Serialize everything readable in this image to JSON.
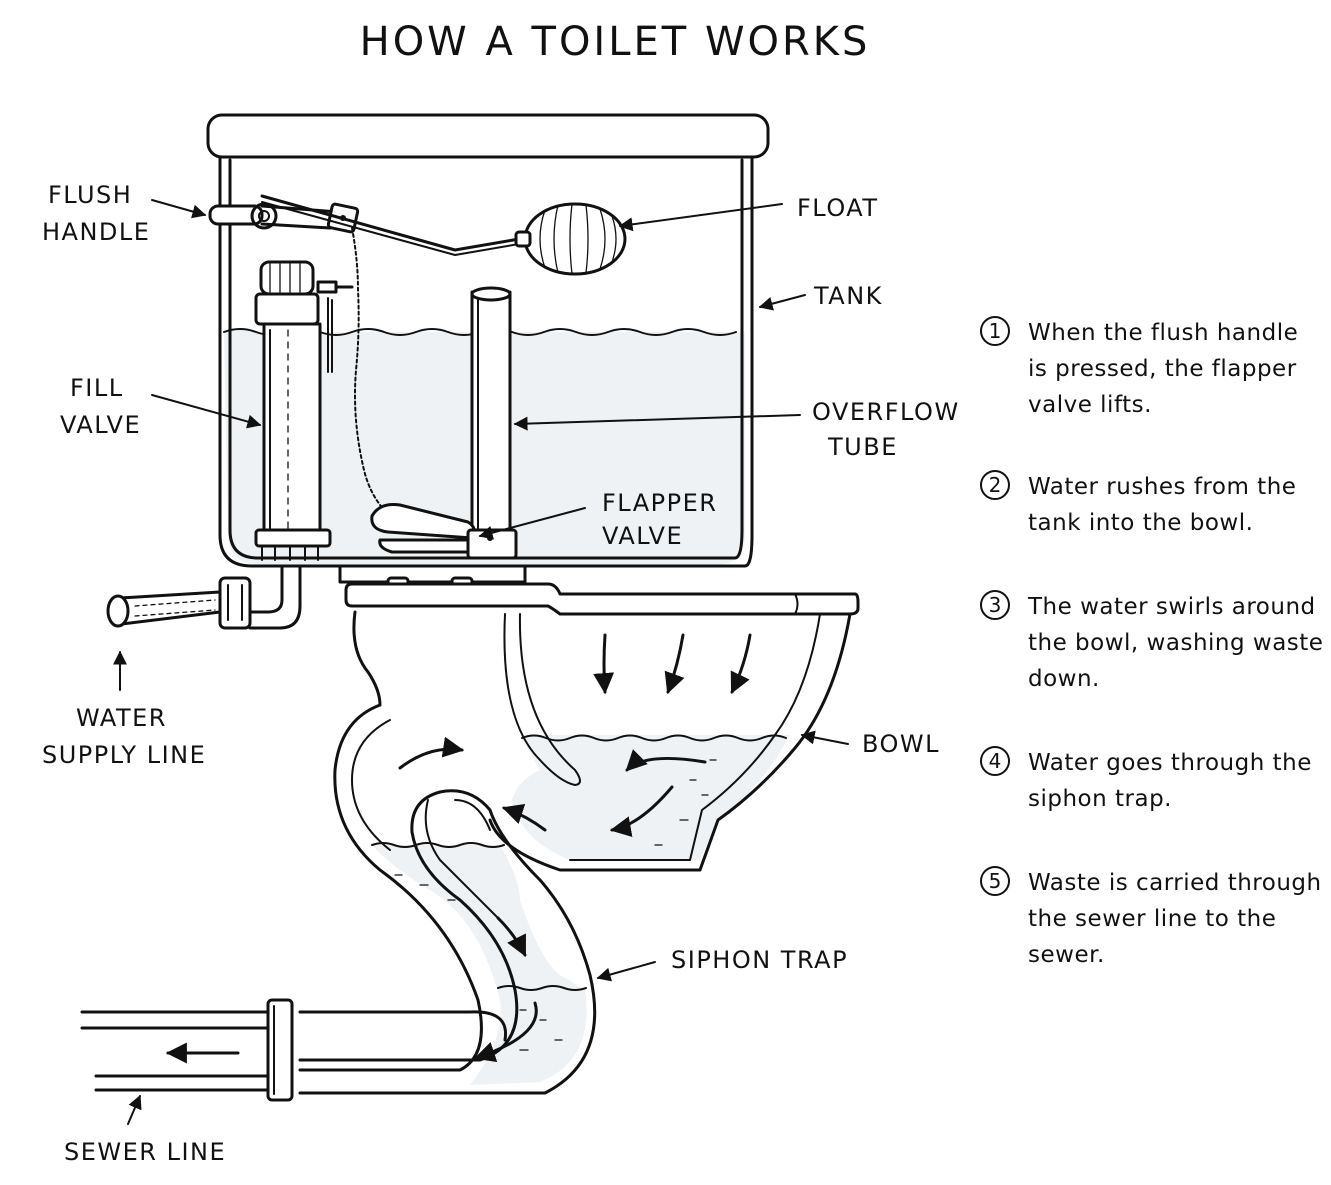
{
  "title": "HOW A TOILET WORKS",
  "labels": {
    "flush_handle": [
      "FLUSH",
      "HANDLE"
    ],
    "float": "FLOAT",
    "tank": "TANK",
    "fill_valve": [
      "FILL",
      "VALVE"
    ],
    "overflow_tube": [
      "OVERFLOW",
      "TUBE"
    ],
    "flapper_valve": [
      "FLAPPER",
      "VALVE"
    ],
    "water_supply_line": [
      "WATER",
      "SUPPLY LINE"
    ],
    "bowl": "BOWL",
    "siphon_trap": "SIPHON TRAP",
    "sewer_line": "SEWER LINE"
  },
  "steps": [
    {
      "num": "1",
      "lines": [
        "When the flush handle",
        "is pressed, the flapper",
        "valve lifts."
      ]
    },
    {
      "num": "2",
      "lines": [
        "Water rushes from the",
        "tank into the bowl."
      ]
    },
    {
      "num": "3",
      "lines": [
        "The water swirls around",
        "the bowl, washing waste",
        "down."
      ]
    },
    {
      "num": "4",
      "lines": [
        "Water goes through the",
        "siphon trap."
      ]
    },
    {
      "num": "5",
      "lines": [
        "Waste is carried through",
        "the sewer line to the",
        "sewer."
      ]
    }
  ]
}
